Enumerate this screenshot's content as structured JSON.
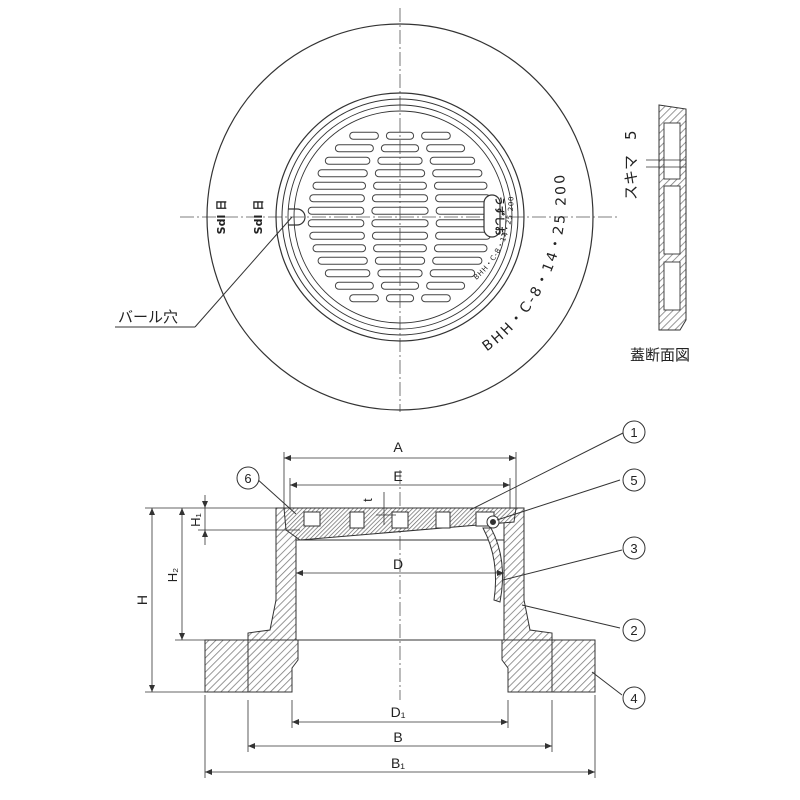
{
  "plan_view": {
    "spec_text": "BHH・C-8・14・25 200",
    "spec_small": "BHH・C-8・14・25 200",
    "brand": "うずしお",
    "logo_left": "SdI 日",
    "logo_left2": "SdI 日",
    "bar_hole_label": "バール穴"
  },
  "section_view": {
    "title": "蓋断面図",
    "gap_label": "スキマ",
    "gap_value": "5"
  },
  "elevation": {
    "dim_A": "A",
    "dim_E": "E",
    "dim_t": "t",
    "dim_D": "D",
    "dim_D1": "D₁",
    "dim_B": "B",
    "dim_B1": "B₁",
    "dim_H": "H",
    "dim_H1": "H₁",
    "dim_H2": "H₂",
    "callouts": [
      "1",
      "2",
      "3",
      "4",
      "5",
      "6"
    ]
  },
  "colors": {
    "line": "#333333",
    "hatch": "#8a8a8a",
    "fill": "#ffffff"
  }
}
